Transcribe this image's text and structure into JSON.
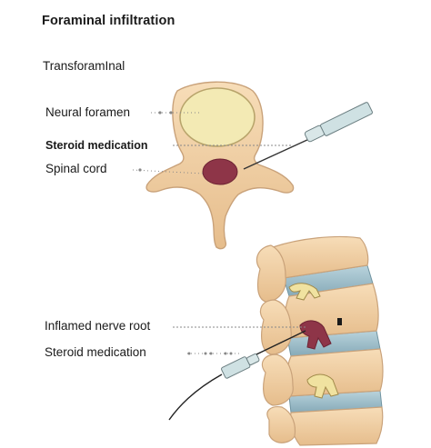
{
  "title": "Foraminal infiltration",
  "subtitle": "TransforamInal",
  "labels": {
    "neural_foramen": "Neural foramen",
    "steroid_top": "Steroid medication",
    "spinal_cord": "Spinal cord",
    "inflamed_root": "Inflamed nerve root",
    "steroid_bottom": "Steroid medication"
  },
  "colors": {
    "bone": "#f3d3a8",
    "bone_edge": "#c9a27a",
    "foramen": "#f3eab4",
    "cord": "#8e3548",
    "disc": "#9fc1cd",
    "nerve": "#f0e2a0",
    "needle": "#cfe1e3"
  }
}
